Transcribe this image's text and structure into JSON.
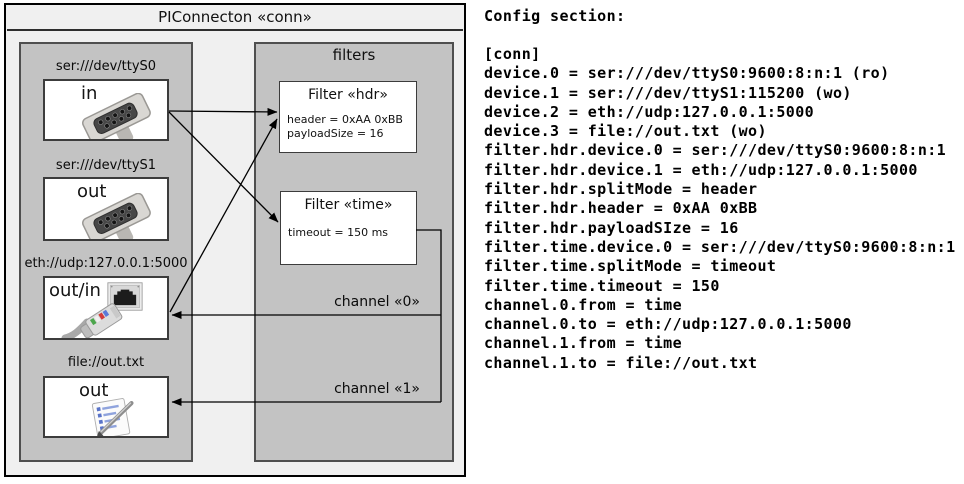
{
  "diagram": {
    "title": "PIConnecton «conn»",
    "filters_title": "filters",
    "devices": [
      {
        "label": "ser:///dev/ttyS0",
        "direction": "in",
        "icon": "serial-connector"
      },
      {
        "label": "ser:///dev/ttyS1",
        "direction": "out",
        "icon": "serial-connector"
      },
      {
        "label": "eth://udp:127.0.0.1:5000",
        "direction": "out/in",
        "icon": "ethernet-connector"
      },
      {
        "label": "file://out.txt",
        "direction": "out",
        "icon": "text-file"
      }
    ],
    "filters": [
      {
        "title": "Filter «hdr»",
        "attributes": [
          "header = 0xAA 0xBB",
          "payloadSize = 16"
        ]
      },
      {
        "title": "Filter «time»",
        "attributes": [
          "timeout = 150 ms"
        ]
      }
    ],
    "channels": [
      {
        "label": "channel «0»"
      },
      {
        "label": "channel «1»"
      }
    ]
  },
  "config": {
    "heading": "Config section:",
    "lines": [
      "[conn]",
      "device.0 = ser:///dev/ttyS0:9600:8:n:1 (ro)",
      "device.1 = ser:///dev/ttyS1:115200 (wo)",
      "device.2 = eth://udp:127.0.0.1:5000",
      "device.3 = file://out.txt (wo)",
      "filter.hdr.device.0 = ser:///dev/ttyS0:9600:8:n:1",
      "filter.hdr.device.1 = eth://udp:127.0.0.1:5000",
      "filter.hdr.splitMode = header",
      "filter.hdr.header = 0xAA 0xBB",
      "filter.hdr.payloadSIze = 16",
      "filter.time.device.0 = ser:///dev/ttyS0:9600:8:n:1",
      "filter.time.splitMode = timeout",
      "filter.time.timeout = 150",
      "channel.0.from = time",
      "channel.0.to = eth://udp:127.0.0.1:5000",
      "channel.1.from = time",
      "channel.1.to = file://out.txt"
    ]
  },
  "colors": {
    "outer_fill": "#f0f0f0",
    "container_fill": "#c3c3c3",
    "box_fill": "#ffffff",
    "line": "#000000",
    "text": "#000000"
  }
}
